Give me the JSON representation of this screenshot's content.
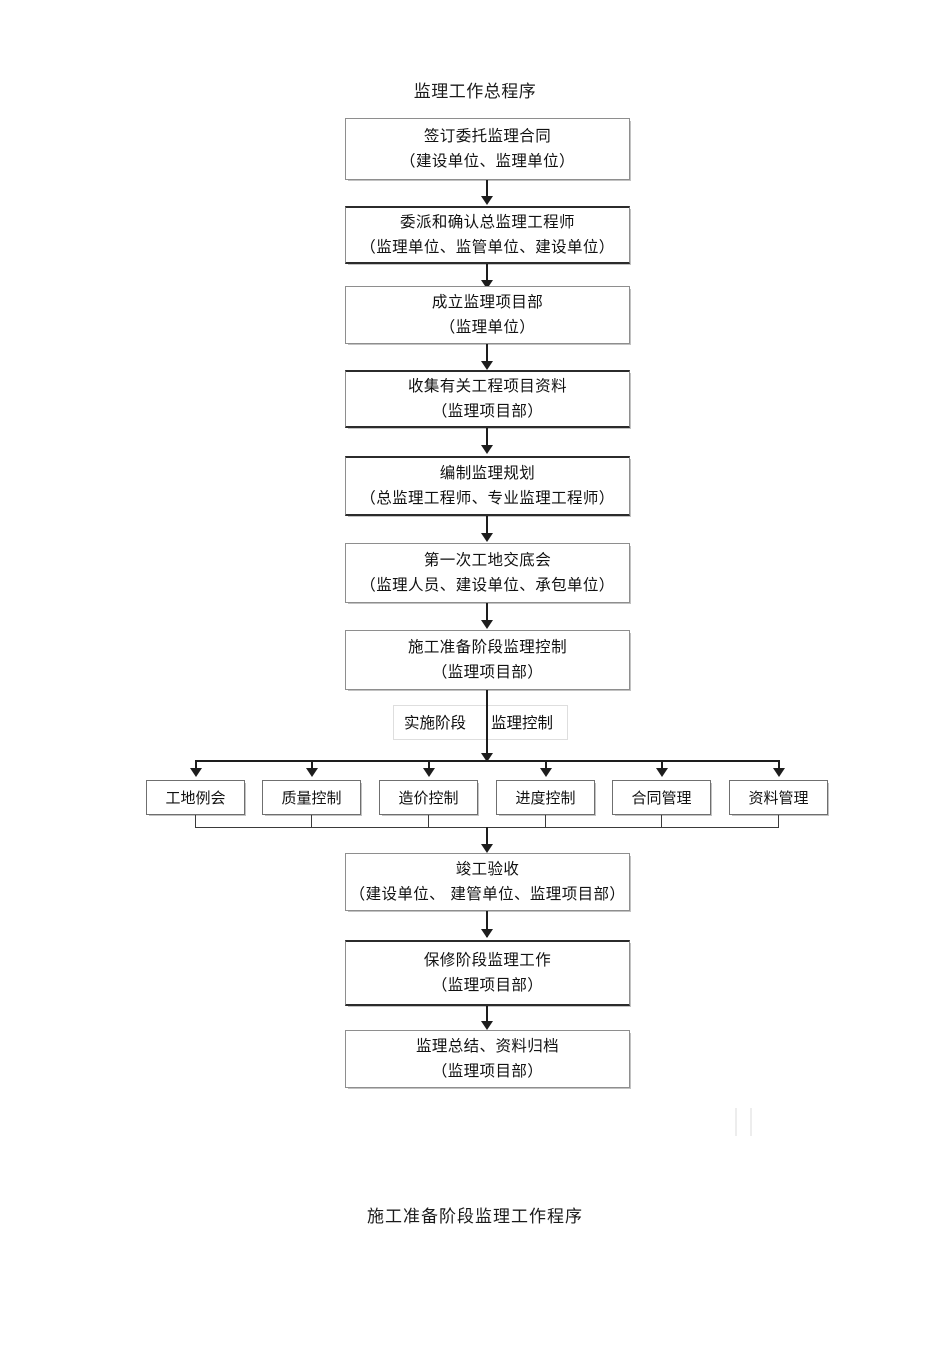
{
  "page": {
    "title": "监理工作总程序",
    "footer_title": "施工准备阶段监理工作程序",
    "background": "#ffffff",
    "line_color": "#1d1d1d",
    "box_border_color": "#8e8e8e"
  },
  "flow": {
    "steps": [
      {
        "id": "step-1",
        "line1": "签订委托监理合同",
        "line2": "（建设单位、监理单位）"
      },
      {
        "id": "step-2",
        "line1": "委派和确认总监理工程师",
        "line2": "（监理单位、监管单位、建设单位）"
      },
      {
        "id": "step-3",
        "line1": "成立监理项目部",
        "line2": "（监理单位）"
      },
      {
        "id": "step-4",
        "line1": "收集有关工程项目资料",
        "line2": "（监理项目部）"
      },
      {
        "id": "step-5",
        "line1": "编制监理规划",
        "line2": "（总监理工程师、专业监理工程师）"
      },
      {
        "id": "step-6",
        "line1": "第一次工地交底会",
        "line2": "（监理人员、建设单位、承包单位）"
      },
      {
        "id": "step-7",
        "line1": "施工准备阶段监理控制",
        "line2": "（监理项目部）"
      }
    ],
    "phase_label": {
      "left": "实施阶段",
      "right": "监理控制"
    },
    "branches": [
      {
        "id": "branch-1",
        "label": "工地例会"
      },
      {
        "id": "branch-2",
        "label": "质量控制"
      },
      {
        "id": "branch-3",
        "label": "造价控制"
      },
      {
        "id": "branch-4",
        "label": "进度控制"
      },
      {
        "id": "branch-5",
        "label": "合同管理"
      },
      {
        "id": "branch-6",
        "label": "资料管理"
      }
    ],
    "steps_after": [
      {
        "id": "step-8",
        "line1": "竣工验收",
        "line2": "（建设单位、 建管单位、监理项目部）"
      },
      {
        "id": "step-9",
        "line1": "保修阶段监理工作",
        "line2": "（监理项目部）"
      },
      {
        "id": "step-10",
        "line1": "监理总结、资料归档",
        "line2": "（监理项目部）"
      }
    ]
  }
}
